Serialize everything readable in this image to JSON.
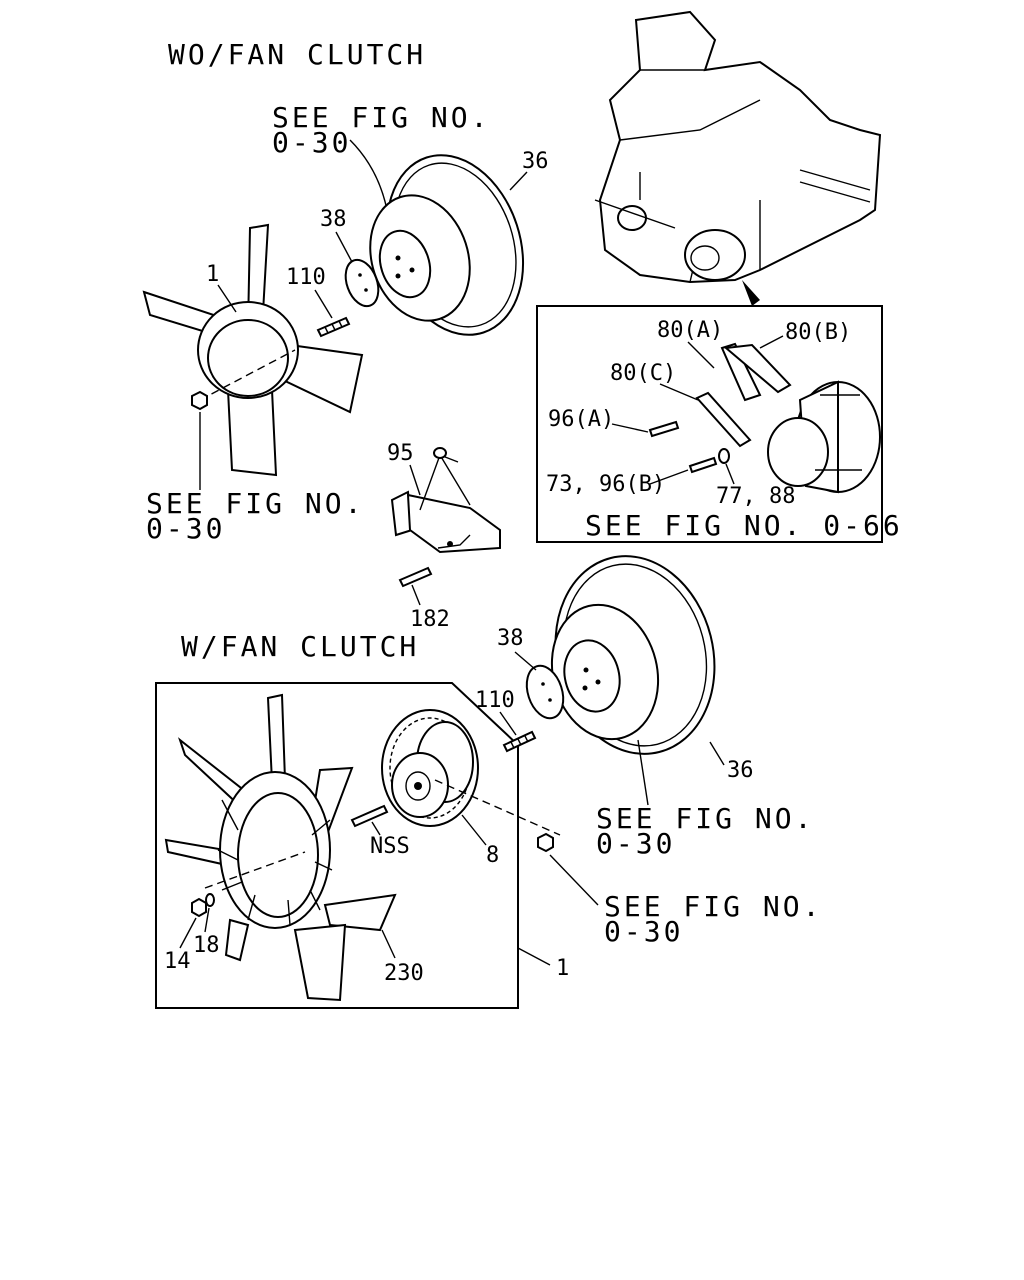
{
  "sections": {
    "without_clutch_title": "WO/FAN CLUTCH",
    "with_clutch_title": "W/FAN CLUTCH"
  },
  "references": {
    "see_fig": "SEE FIG NO.",
    "fig_0_30": "0-30",
    "see_fig_0_66": "SEE FIG NO. 0-66"
  },
  "callouts": {
    "c1": "1",
    "c36": "36",
    "c38": "38",
    "c110": "110",
    "c95": "95",
    "c182": "182",
    "c80a": "80(A)",
    "c80b": "80(B)",
    "c80c": "80(C)",
    "c96a": "96(A)",
    "c73_96b": "73, 96(B)",
    "c77_88": "77, 88",
    "c8": "8",
    "nss": "NSS",
    "c14": "14",
    "c18": "18",
    "c230": "230"
  }
}
